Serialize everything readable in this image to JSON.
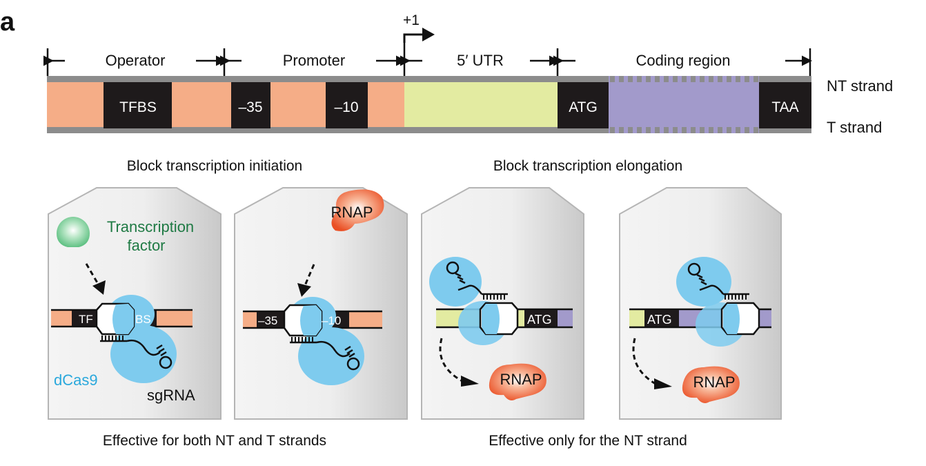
{
  "panel_label": "a",
  "tss": {
    "label": "+1"
  },
  "regions": [
    {
      "id": "operator",
      "label": "Operator"
    },
    {
      "id": "promoter",
      "label": "Promoter"
    },
    {
      "id": "utr",
      "label": "5′ UTR"
    },
    {
      "id": "coding",
      "label": "Coding region"
    }
  ],
  "elements": {
    "tfbs": "TFBS",
    "minus35": "–35",
    "minus10": "–10",
    "atg": "ATG",
    "taa": "TAA"
  },
  "strands": {
    "nt": "NT strand",
    "t": "T strand"
  },
  "headings": {
    "initiation": "Block transcription initiation",
    "elongation": "Block transcription elongation"
  },
  "captions": {
    "both": "Effective for both NT and T strands",
    "nt_only": "Effective only for the NT strand"
  },
  "panels": {
    "p1": {
      "left": "TF",
      "right": "BS",
      "factor": "Transcription factor",
      "factor_line1": "Transcription",
      "factor_line2": "factor",
      "dcas9": "dCas9",
      "sgrna": "sgRNA"
    },
    "p2": {
      "left": "–35",
      "right": "–10",
      "rnap": "RNAP"
    },
    "p3": {
      "label": "ATG",
      "rnap": "RNAP"
    },
    "p4": {
      "label": "ATG",
      "rnap": "RNAP"
    }
  },
  "colors": {
    "operator": "#f5ad87",
    "utr": "#e3eba1",
    "coding": "#a29acb",
    "block": "#1e1a1b",
    "strand": "#8c8c8c",
    "dcas9": "#7ecbee",
    "tf": "#66c48a",
    "rnap": "#ee5a30",
    "tf_text": "#1f7a44",
    "dcas9_text": "#2aa8dc"
  }
}
